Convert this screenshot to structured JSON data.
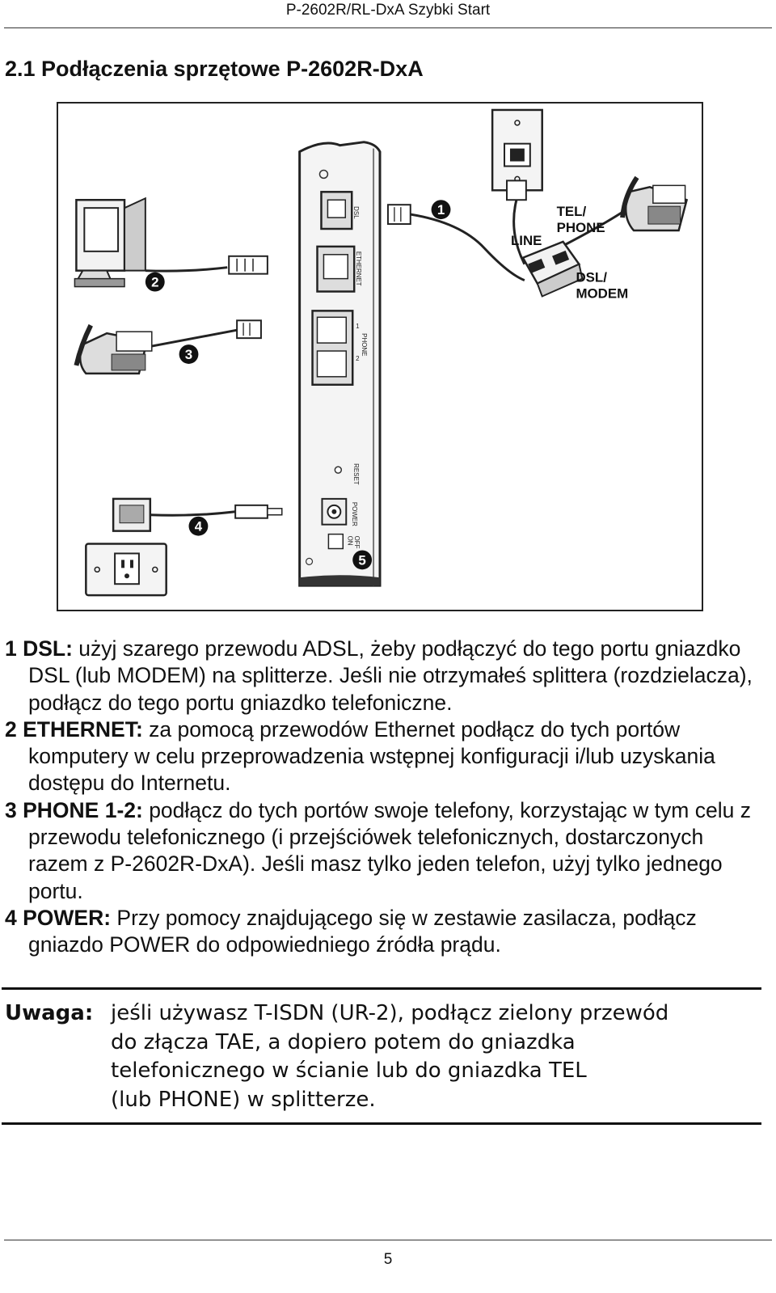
{
  "header": {
    "title": "P-2602R/RL-DxA Szybki Start"
  },
  "section": {
    "heading": "2.1 Podłączenia sprzętowe P-2602R-DxA"
  },
  "figure": {
    "labels": {
      "line": "LINE",
      "tel": "TEL/",
      "phone": "PHONE",
      "dsl": "DSL/",
      "modem": "MODEM",
      "port_dsl": "DSL",
      "port_ethernet": "ETHERNET",
      "port_phone": "PHONE",
      "port_phone_1": "1",
      "port_phone_2": "2",
      "reset": "RESET",
      "power": "POWER",
      "on": "ON",
      "off": "OFF"
    },
    "callouts": [
      "1",
      "2",
      "3",
      "4",
      "5"
    ]
  },
  "items": [
    {
      "term": "1 DSL:",
      "text": " użyj szarego przewodu ADSL, żeby podłączyć do tego portu gniazdko DSL (lub MODEM) na splitterze. Jeśli nie otrzymałeś splittera (rozdzielacza), podłącz do tego portu gniazdko telefoniczne."
    },
    {
      "term": "2 ETHERNET:",
      "text": " za pomocą przewodów Ethernet podłącz do tych portów komputery w celu przeprowadzenia wstępnej konfiguracji i/lub uzyskania dostępu do Internetu."
    },
    {
      "term": "3 PHONE 1-2:",
      "text": " podłącz do tych portów swoje telefony, korzystając w tym celu z przewodu telefonicznego (i przejściówek telefonicznych, dostarczonych razem z P-2602R-DxA). Jeśli masz tylko jeden telefon, użyj tylko jednego portu."
    },
    {
      "term": "4 POWER:",
      "text": " Przy pomocy znajdującego się w zestawie zasilacza, podłącz gniazdo POWER do odpowiedniego źródła prądu."
    }
  ],
  "note": {
    "label": "Uwaga:",
    "lines": [
      "jeśli używasz T-ISDN (UR-2), podłącz zielony przewód",
      "do złącza TAE, a dopiero potem do gniazdka",
      "telefonicznego w ścianie lub do gniazdka TEL",
      "(lub PHONE) w splitterze."
    ]
  },
  "footer": {
    "page_number": "5"
  }
}
